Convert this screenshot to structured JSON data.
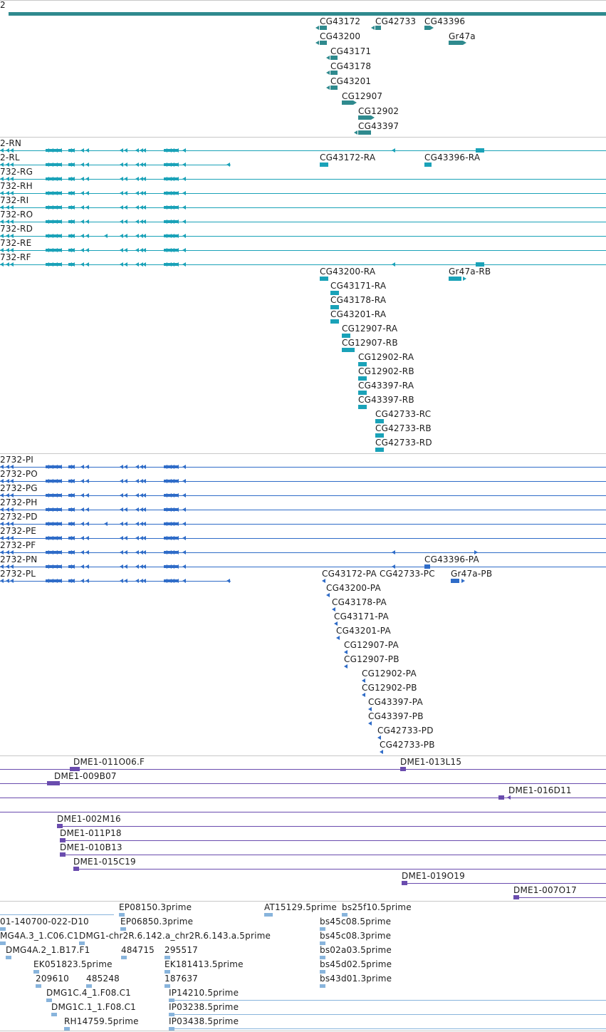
{
  "header": {
    "label": "2"
  },
  "colors": {
    "gene": "#2f8a8e",
    "transcript": "#1aa2b8",
    "protein": "#2f6cc8",
    "clone": "#6a4cae",
    "est": "#88b4dc",
    "separator": "#c8c8c8",
    "text": "#1c1c1c"
  },
  "tracks": {
    "genes": [
      "CG43172",
      "CG42733",
      "CG43396",
      "CG43200",
      "Gr47a",
      "CG43171",
      "CG43178",
      "CG43201",
      "CG12907",
      "CG12902",
      "CG43397"
    ],
    "transcripts": [
      "2-RN",
      "2-RL",
      "CG43172-RA",
      "CG43396-RA",
      "732-RG",
      "732-RH",
      "732-RI",
      "732-RO",
      "732-RD",
      "732-RE",
      "732-RF",
      "CG43200-RA",
      "Gr47a-RB",
      "CG43171-RA",
      "CG43178-RA",
      "CG43201-RA",
      "CG12907-RA",
      "CG12907-RB",
      "CG12902-RA",
      "CG12902-RB",
      "CG43397-RA",
      "CG43397-RB",
      "CG42733-RC",
      "CG42733-RB",
      "CG42733-RD"
    ],
    "proteins": [
      "2732-PI",
      "2732-PO",
      "2732-PG",
      "2732-PH",
      "2732-PD",
      "2732-PE",
      "2732-PF",
      "CG43396-PA",
      "2732-PN",
      "2732-PL",
      "CG43172-PA",
      "CG42733-PC",
      "Gr47a-PB",
      "CG43200-PA",
      "CG43178-PA",
      "CG43171-PA",
      "CG43201-PA",
      "CG12907-PA",
      "CG12907-PB",
      "CG12902-PA",
      "CG12902-PB",
      "CG43397-PA",
      "CG43397-PB",
      "CG42733-PD",
      "CG42733-PB"
    ],
    "clones": [
      "DME1-011O06.F",
      "DME1-013L15",
      "DME1-009B07",
      "DME1-016D11",
      "DME1-002M16",
      "DME1-011P18",
      "DME1-010B13",
      "DME1-015C19",
      "DME1-019O19",
      "DME1-007O17"
    ],
    "ests": [
      "EP08150.3prime",
      "AT15129.5prime",
      "bs25f10.5prime",
      "01-140700-022-D10",
      "EP06850.3prime",
      "bs45c08.5prime",
      "MG4A.3_1.C06.C1",
      "DMG1-chr2R.6.142.a_chr2R.6.143.a.5prime",
      "bs45c08.3prime",
      "DMG4A.2_1.B17.F1",
      "484715",
      "295517",
      "bs02a03.5prime",
      "EK051823.5prime",
      "EK181413.5prime",
      "bs45d02.5prime",
      "209610",
      "485248",
      "187637",
      "bs43d01.3prime",
      "DMG1C.4_1.F08.C1",
      "IP14210.5prime",
      "DMG1C.1_1.F08.C1",
      "IP03238.5prime",
      "RH14759.5prime",
      "IP03438.5prime"
    ]
  }
}
